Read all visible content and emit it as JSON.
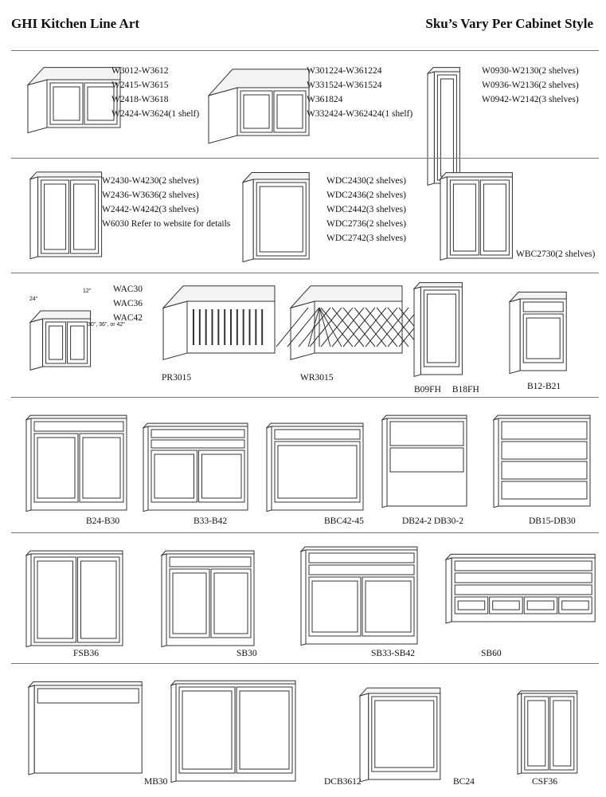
{
  "header": {
    "title": "GHI Kitchen Line Art",
    "note": "Sku’s Vary Per Cabinet Style"
  },
  "rows": [
    {
      "groups": [
        {
          "lines": [
            "W3012-W3612",
            "W2415-W3615",
            "W2418-W3618",
            "W2424-W3624(1 shelf)"
          ]
        },
        {
          "lines": [
            "W301224-W361224",
            "W331524-W361524",
            "W361824",
            " W332424-W362424(1 shelf)"
          ]
        },
        {
          "lines": [
            "W0930-W2130(2 shelves)",
            "W0936-W2136(2 shelves)",
            " W0942-W2142(3 shelves)"
          ]
        }
      ]
    },
    {
      "groups": [
        {
          "lines": [
            "W2430-W4230(2 shelves)",
            "W2436-W3636(2 shelves)",
            "W2442-W4242(3 shelves)",
            "W6030 Refer to website for details"
          ]
        },
        {
          "lines": [
            "WDC2430(2 shelves)",
            "WDC2436(2 shelves)",
            "WDC2442(3 shelves)",
            "WDC2736(2 shelves)",
            "WDC2742(3 shelves)"
          ]
        },
        {
          "lines": [
            "WBC2730(2 shelves)"
          ]
        }
      ]
    },
    {
      "groups": [
        {
          "lines": [
            "WAC30",
            "WAC36",
            "WAC42"
          ],
          "dims": [
            "24\"",
            "12\"",
            "30\", 36\", or 42\""
          ]
        },
        {
          "lines": [
            "PR3015"
          ]
        },
        {
          "lines": [
            "WR3015"
          ]
        },
        {
          "lines": [
            "B09FH",
            "B18FH"
          ]
        },
        {
          "lines": [
            "B12-B21"
          ]
        }
      ]
    },
    {
      "groups": [
        {
          "lines": [
            "B24-B30"
          ]
        },
        {
          "lines": [
            "B33-B42"
          ]
        },
        {
          "lines": [
            "BBC42-45"
          ]
        },
        {
          "lines": [
            "DB24-2  DB30-2"
          ]
        },
        {
          "lines": [
            "DB15-DB30"
          ]
        }
      ]
    },
    {
      "groups": [
        {
          "lines": [
            "FSB36"
          ]
        },
        {
          "lines": [
            "SB30"
          ]
        },
        {
          "lines": [
            "SB33-SB42"
          ]
        },
        {
          "lines": [
            "SB60"
          ]
        }
      ]
    },
    {
      "groups": [
        {
          "lines": [
            "MB30"
          ]
        },
        {
          "lines": [
            "DCB3612"
          ]
        },
        {
          "lines": [
            "BC24"
          ]
        },
        {
          "lines": [
            "CSF36"
          ]
        }
      ]
    }
  ]
}
